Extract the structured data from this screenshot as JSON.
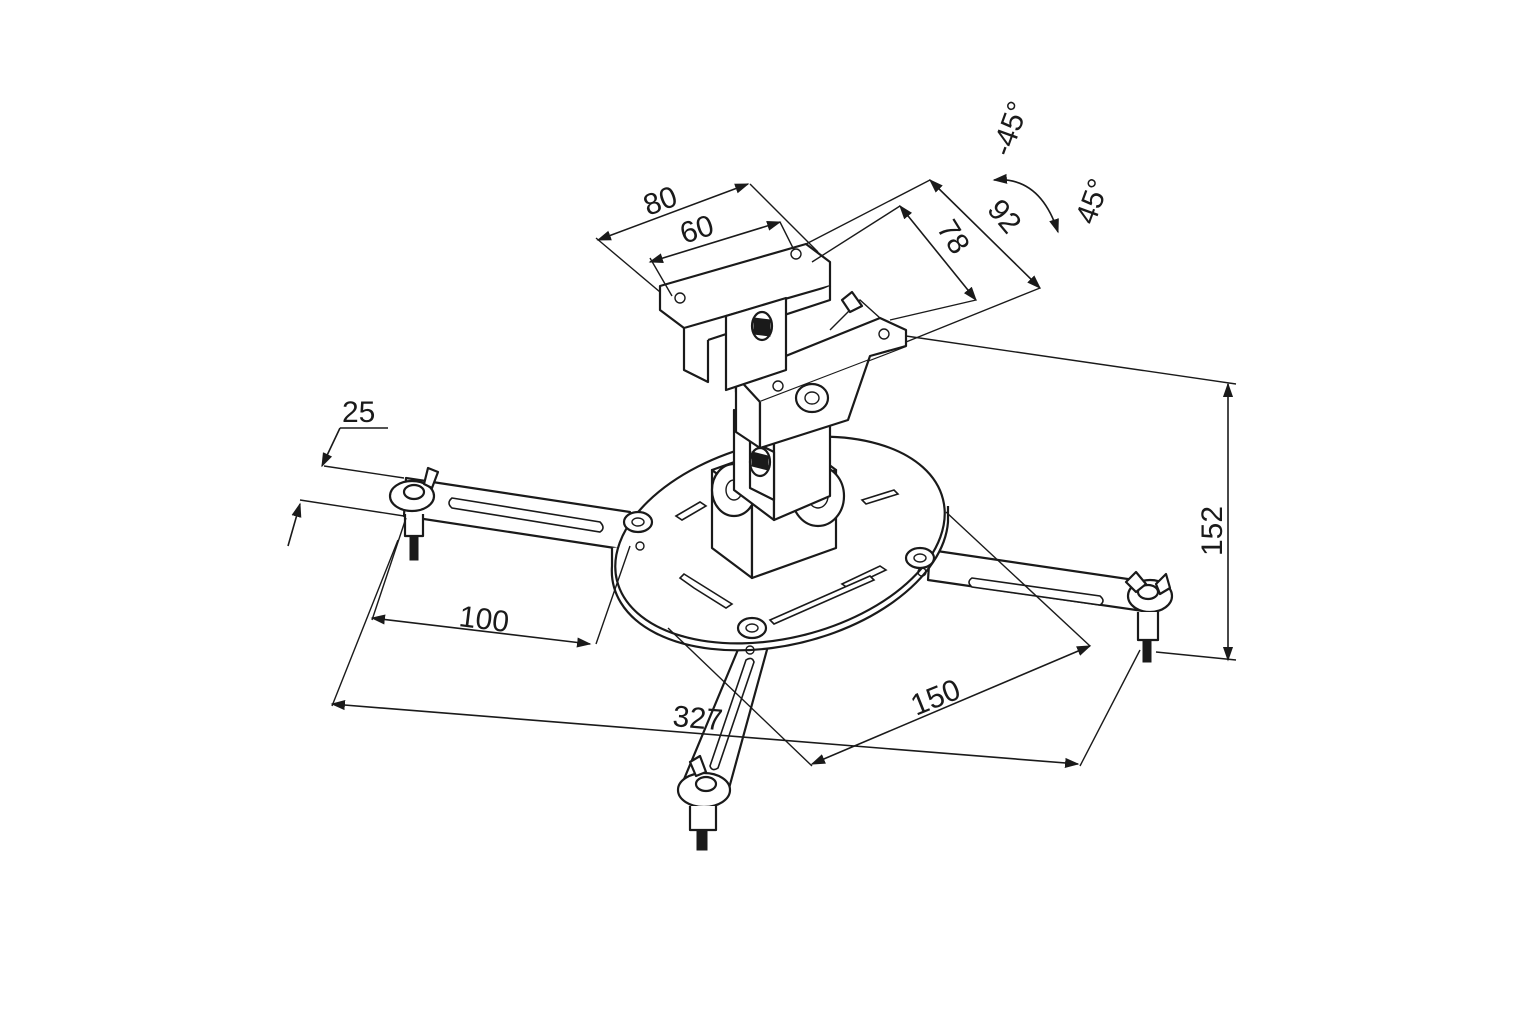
{
  "drawing": {
    "subject": "projector ceiling mount",
    "line_color": "#1a1a1a",
    "background": "#ffffff"
  },
  "dimensions": {
    "top_plate_outer": "80",
    "top_plate_inner": "60",
    "top_plate_depth_outer": "92",
    "top_plate_depth_inner": "78",
    "tilt_negative": "-45°",
    "tilt_positive": "45°",
    "arm_offset": "25",
    "arm_slot_length": "100",
    "overall_span": "327",
    "base_plate_diameter": "150",
    "overall_height": "152"
  }
}
